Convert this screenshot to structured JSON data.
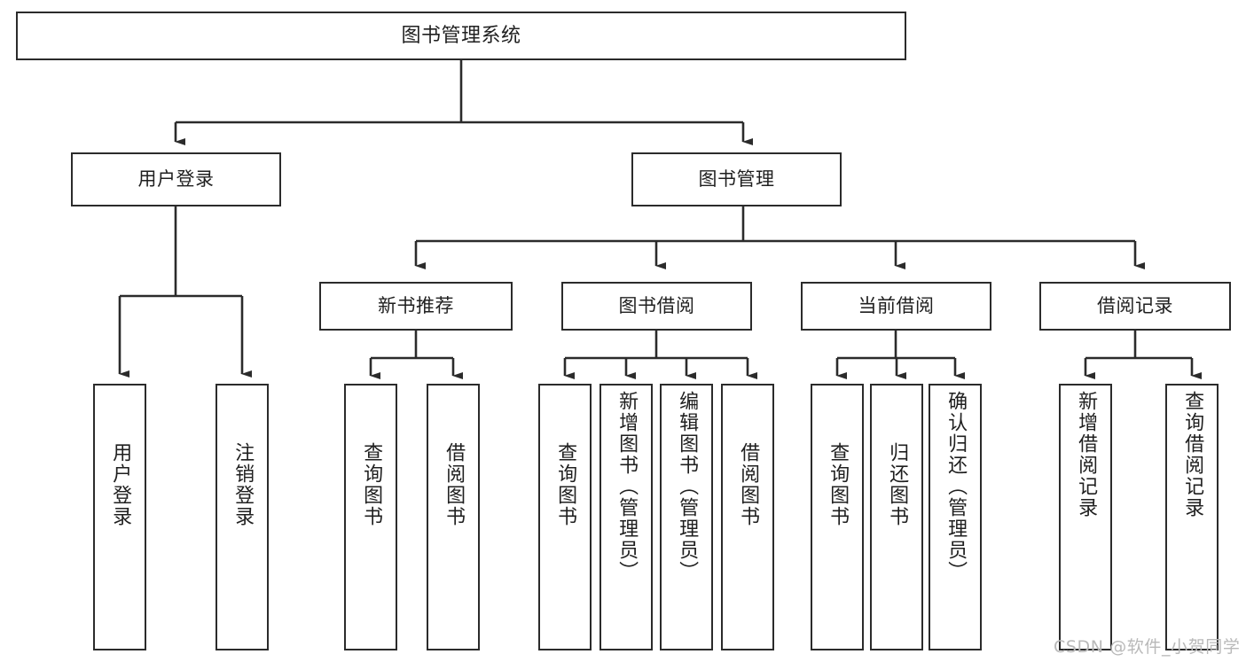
{
  "diagram": {
    "title": "图书管理系统",
    "type": "hierarchy-tree",
    "watermark": "CSDN @软件_小贺同学",
    "colors": {
      "stroke": "#2b2b2b",
      "fill": "#ffffff",
      "text": "#1f1f1f",
      "watermark": "#b9b9b9"
    },
    "nodes": {
      "root": {
        "label": "图书管理系统"
      },
      "level1": [
        {
          "id": "user-login",
          "label": "用户登录"
        },
        {
          "id": "book-manage",
          "label": "图书管理"
        }
      ],
      "level2": [
        {
          "id": "new-book-recommend",
          "label": "新书推荐"
        },
        {
          "id": "book-borrow",
          "label": "图书借阅"
        },
        {
          "id": "current-borrow",
          "label": "当前借阅"
        },
        {
          "id": "borrow-record",
          "label": "借阅记录"
        }
      ],
      "leaves": {
        "user_login": [
          {
            "id": "leaf-user-login",
            "label": "用户登录"
          },
          {
            "id": "leaf-logout-login",
            "label": "注销登录"
          }
        ],
        "new_book_recommend": [
          {
            "id": "leaf-query-book-1",
            "label": "查询图书"
          },
          {
            "id": "leaf-borrow-book-1",
            "label": "借阅图书"
          }
        ],
        "book_borrow": [
          {
            "id": "leaf-query-book-2",
            "label": "查询图书"
          },
          {
            "id": "leaf-add-book",
            "label": "新增图书（管理员）"
          },
          {
            "id": "leaf-edit-book",
            "label": "编辑图书（管理员）"
          },
          {
            "id": "leaf-borrow-book-2",
            "label": "借阅图书"
          }
        ],
        "current_borrow": [
          {
            "id": "leaf-query-book-3",
            "label": "查询图书"
          },
          {
            "id": "leaf-return-book",
            "label": "归还图书"
          },
          {
            "id": "leaf-confirm-return",
            "label": "确认归还（管理员）"
          }
        ],
        "borrow_record": [
          {
            "id": "leaf-add-record",
            "label": "新增借阅记录"
          },
          {
            "id": "leaf-query-record",
            "label": "查询借阅记录"
          }
        ]
      }
    }
  }
}
